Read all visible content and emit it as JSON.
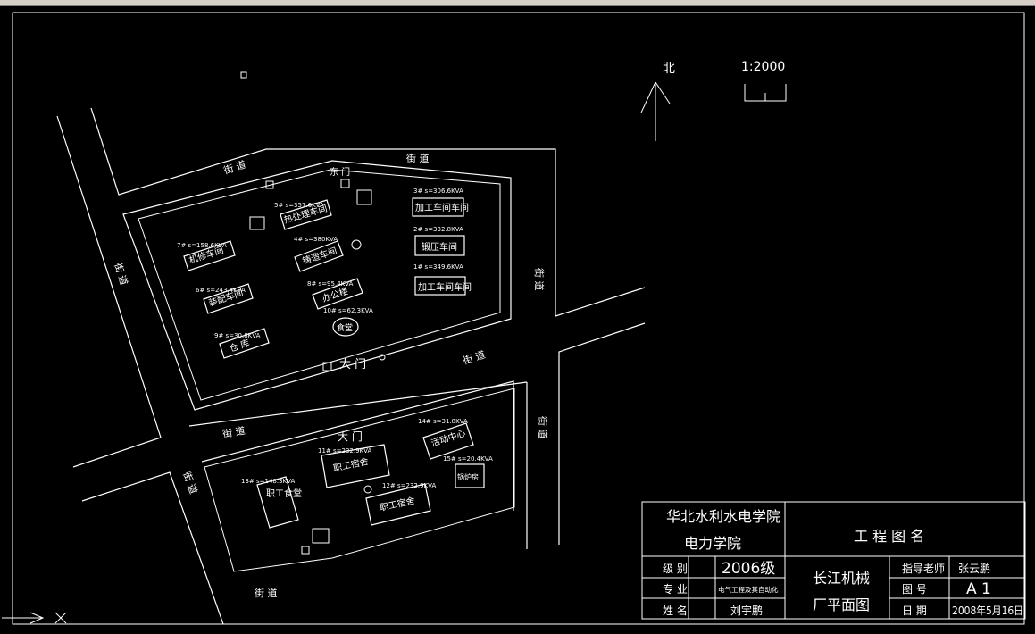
{
  "map": {
    "north_label": "北",
    "scale_label": "1:2000"
  },
  "gates": {
    "east_gate": "东 门",
    "main_gate": "大 门",
    "gate_3": "大 门"
  },
  "streets": {
    "top_left": "街 道",
    "top_right": "街 道",
    "left_v": "街 道",
    "right_v": "街 道",
    "mid_left": "街 道",
    "mid_right": "街 道",
    "right_lower_v": "街 道",
    "lower_left_v": "街 道",
    "bottom": "街 道"
  },
  "buildings": [
    {
      "id": "b1",
      "name": "加工车间车间",
      "load": "1# s=349.6KVA"
    },
    {
      "id": "b2",
      "name": "锻压车间",
      "load": "2# s=332.8KVA"
    },
    {
      "id": "b3",
      "name": "加工车间车间",
      "load": "3# s=306.6KVA"
    },
    {
      "id": "b4",
      "name": "铸造车间",
      "load": "4# s=380KVA"
    },
    {
      "id": "b5",
      "name": "热处理车间",
      "load": "5# s=357.6KVA"
    },
    {
      "id": "b6",
      "name": "装配车间",
      "load": "6# s=243.4KVA"
    },
    {
      "id": "b7",
      "name": "机修车间",
      "load": "7# s=158.6KVA"
    },
    {
      "id": "b8",
      "name": "办公楼",
      "load": "8# s=95.4KVA"
    },
    {
      "id": "b9",
      "name": "仓 库",
      "load": "9# s=30.8KVA"
    },
    {
      "id": "b10",
      "name": "食堂",
      "load": "10# s=62.3KVA"
    },
    {
      "id": "b11",
      "name": "职工宿舍",
      "load": "11# s=232.9KVA"
    },
    {
      "id": "b12",
      "name": "职工宿舍",
      "load": "12# s=232.9KVA"
    },
    {
      "id": "b13",
      "name": "职工食堂",
      "load": "13# s=148.3KVA"
    },
    {
      "id": "b14",
      "name": "活动中心",
      "load": "14# s=31.8KVA"
    },
    {
      "id": "b15",
      "name": "锅炉房",
      "load": "15# s=20.4KVA"
    }
  ],
  "title_block": {
    "school_line1": "华北水利水电学院",
    "school_line2": "电力学院",
    "drawing_name_label": "工 程 图 名",
    "grade_label": "级 别",
    "grade_value": "2006级",
    "major_label": "专 业",
    "major_value": "电气工程及其自动化",
    "name_label": "姓 名",
    "name_value": "刘宇鹏",
    "drawing_title_line1": "长江机械",
    "drawing_title_line2": "厂平面图",
    "advisor_label": "指导老师",
    "advisor_value": "张云鹏",
    "drawing_no_label": "图 号",
    "drawing_no_value": "A 1",
    "date_label": "日 期",
    "date_value": "2008年5月16日"
  }
}
